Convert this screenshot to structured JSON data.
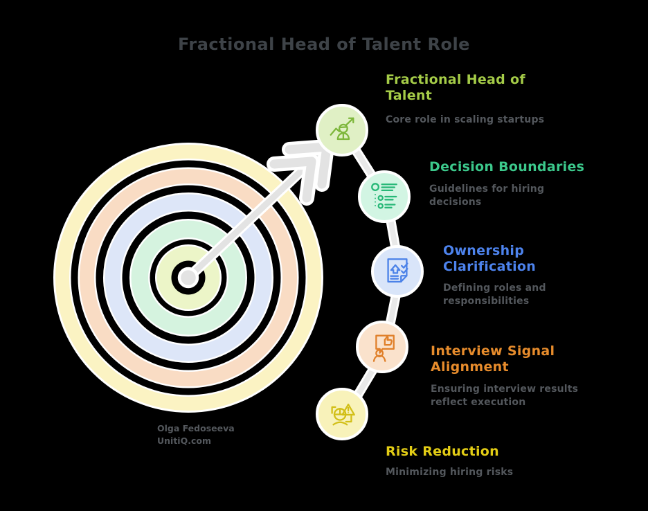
{
  "page": {
    "title": "Fractional Head of Talent Role"
  },
  "colors": {
    "background": "#000000",
    "title_text": "#3e4348",
    "body_text": "#53575c",
    "attribution_text": "#54585d",
    "connector": "#e9e9e9",
    "arrow": "#e3e3e3",
    "target_center_dot": "#e3e3e3",
    "target_rings": {
      "outer_yellow": "#fbf3c3",
      "peach": "#f9dcc4",
      "blue": "#dde6f8",
      "mint": "#d5f3df",
      "inner_lime": "#ecf5c8"
    }
  },
  "attribution": {
    "line1": "Olga Fedoseeva",
    "line2": "UnitiQ.com"
  },
  "steps": [
    {
      "heading": "Fractional Head of Talent",
      "description": "Core role in scaling startups",
      "icon": "growth-person-icon",
      "heading_color": "#a5cc48",
      "circle_fill": "#e0f0c5",
      "icon_stroke": "#7eb73c"
    },
    {
      "heading": "Decision Boundaries",
      "description": "Guidelines for hiring decisions",
      "icon": "checklist-icon",
      "heading_color": "#3cc98c",
      "circle_fill": "#d2f5e3",
      "icon_stroke": "#27b877"
    },
    {
      "heading": "Ownership Clarification",
      "description": "Defining roles and responsibilities",
      "icon": "document-checks-icon",
      "heading_color": "#4d83ed",
      "circle_fill": "#d9e5f9",
      "icon_stroke": "#4b82e8"
    },
    {
      "heading": "Interview Signal Alignment",
      "description": "Ensuring interview results reflect execution",
      "icon": "feedback-bubble-person-icon",
      "heading_color": "#e78c2c",
      "circle_fill": "#fae2cc",
      "icon_stroke": "#e0802a"
    },
    {
      "heading": "Risk Reduction",
      "description": "Minimizing hiring risks",
      "icon": "risk-warning-icon",
      "heading_color": "#e3cd15",
      "circle_fill": "#f8f2ba",
      "icon_stroke": "#d2bf18"
    }
  ]
}
